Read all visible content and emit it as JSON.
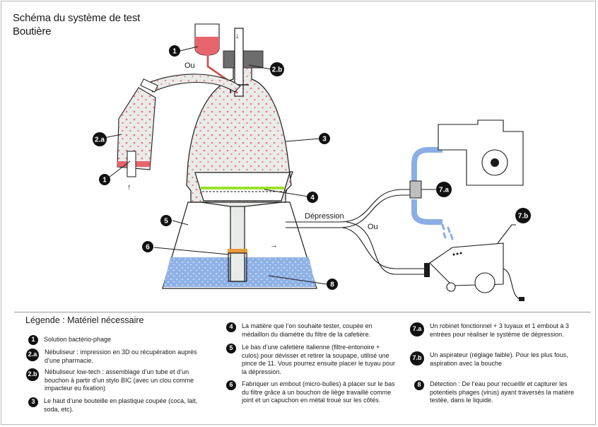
{
  "title_line1": "Schéma du système de test",
  "title_line2": "Boutière",
  "diagram": {
    "ou_left": "Ou",
    "ou_right": "Ou",
    "depression_label": "Dépression",
    "arrow_right": "→",
    "arrow_down": "↓",
    "arrow_up": "↑"
  },
  "callouts": {
    "c1_top": "1",
    "c1_bottom": "1",
    "c2a": "2.a",
    "c2b": "2.b",
    "c3": "3",
    "c4": "4",
    "c5": "5",
    "c6": "6",
    "c7a": "7.a",
    "c7b": "7.b",
    "c8": "8"
  },
  "colors": {
    "liquid": "#e8646c",
    "water": "#8fb2e6",
    "blue_tube": "#8aaee6",
    "filter_green": "#9be02a",
    "orange_seal": "#e89a3c",
    "cap_gray": "#6d6d6d",
    "bottle_fill": "#e9ebe8"
  },
  "legend": {
    "title": "Légende : Matériel nécessaire",
    "items": [
      {
        "badge": "1",
        "text": "Solution bactério-phage"
      },
      {
        "badge": "2.a",
        "text": "Nébuliseur : impression en 3D ou récupération auprès d’une pharmacie."
      },
      {
        "badge": "2.b",
        "text": "Nébuliseur low-tech : assemblage d’un tube et d’un bouchon à partir d’un stylo BIC (avec un clou comme impacteur eu fixation)"
      },
      {
        "badge": "3",
        "text": "Le haut d’une bouteille en plastique coupée (coca, lait, soda, etc)."
      },
      {
        "badge": "4",
        "text": "La matière que l’on souhaite tester, coupée en médaillon du diamètre du filtre de la cafetière."
      },
      {
        "badge": "5",
        "text": "Le bas d’une cafetière italienne (filtre-entonoire + culos) pour dévisser et retirer la soupape, utilisé une pince de 11. Vous pourrez ensuite placer le tuyau pour la dépression."
      },
      {
        "badge": "6",
        "text": "Fabriquer un embout (micro-bulles) à placer sur le bas du filtre grâce à un bouchon de liège travaillé comme joint et un capuchon en métal troué sur les côtés."
      },
      {
        "badge": "7.a",
        "text": "Un robinet fonctionnel + 3 tuyaux et 1 embout à 3 entrées pour réaliser le système de dépression."
      },
      {
        "badge": "7.b",
        "text": "Un aspirateur (réglage faible). Pour les plus fous, aspiration avec la bouche"
      },
      {
        "badge": "8",
        "text": "Détection : De l’eau pour recueillir et capturer les potentiels phages (virus) ayant traversés la matière testée, dans le liquide."
      }
    ]
  }
}
